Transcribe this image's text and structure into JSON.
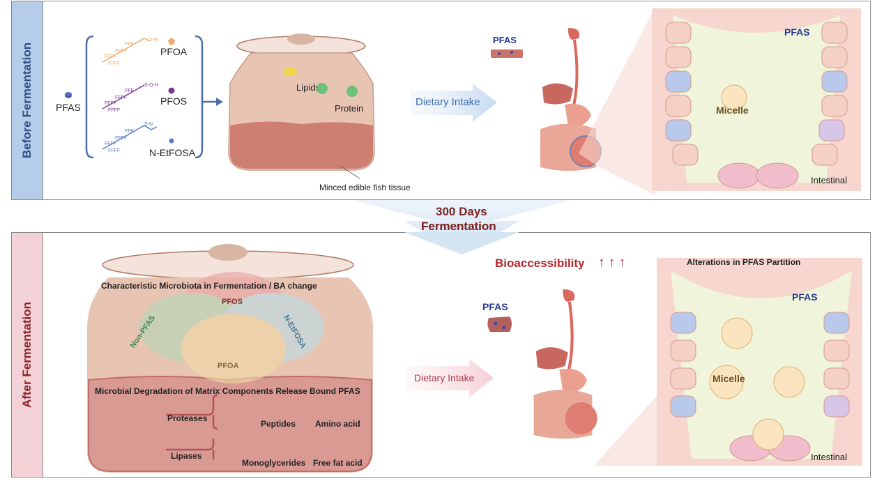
{
  "panels": {
    "before": {
      "label": "Before Fermentation",
      "pfas_label": "PFAS",
      "compounds": [
        {
          "name": "PFOA",
          "color": "#f0a868"
        },
        {
          "name": "PFOS",
          "color": "#7b3a96"
        },
        {
          "name": "N-EtFOSA",
          "color": "#5a7bc4"
        }
      ],
      "jar": {
        "lipids_label": "Lipids",
        "protein_label": "Protein",
        "tissue_label": "Minced edible fish tissue"
      },
      "intake_label": "Dietary Intake",
      "food_pfas_label": "PFAS",
      "intestine": {
        "pfas_label": "PFAS",
        "micelle_label": "Micelle",
        "intestinal_label": "Intestinal"
      }
    },
    "transition": {
      "line1": "300 Days",
      "line2": "Fermentation"
    },
    "after": {
      "label": "After Fermentation",
      "bioaccessibility_label": "Bioaccessibility",
      "bioaccessibility_arrows": "↑ ↑ ↑",
      "microbiota_title": "Characteristic Microbiota in Fermentation / BA change",
      "venn": [
        "PFOS",
        "Non-PFAS",
        "N-EtFOSA",
        "PFOA"
      ],
      "degradation_title": "Microbial Degradation of Matrix Components Release Bound PFAS",
      "proteases_label": "Proteases",
      "lipases_label": "Lipases",
      "peptides_label": "Peptides",
      "amino_acid_label": "Amino acid",
      "monoglycerides_label": "Monoglycerides",
      "free_fat_acid_label": "Free fat acid",
      "intake_label": "Dietary Intake",
      "food_pfas_label": "PFAS",
      "intestine": {
        "title": "Alterations in PFAS Partition",
        "pfas_label": "PFAS",
        "micelle_label": "Micelle",
        "intestinal_label": "Intestinal"
      }
    }
  },
  "colors": {
    "before_accent": "#2f4f87",
    "after_accent": "#8c2229",
    "pfas": "#3a4aa8",
    "lipid": "#f1d84a",
    "protein": "#6cc07a"
  }
}
